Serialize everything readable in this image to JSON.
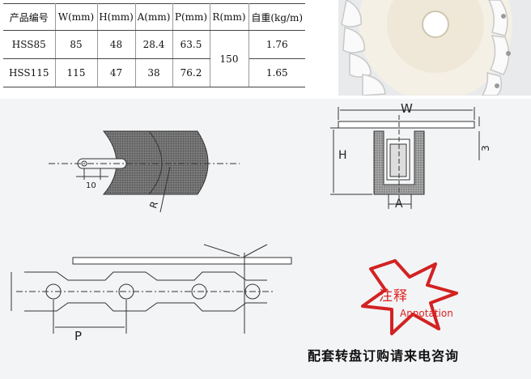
{
  "spec_table": {
    "headers": [
      "产品编号",
      "W(mm)",
      "H(mm)",
      "A(mm)",
      "P(mm)",
      "R(mm)",
      "自重(kg/m)"
    ],
    "rows": [
      {
        "code": "HSS85",
        "w": "85",
        "h": "48",
        "a": "28.4",
        "p": "63.5",
        "weight": "1.76"
      },
      {
        "code": "HSS115",
        "w": "115",
        "h": "47",
        "a": "38",
        "p": "76.2",
        "weight": "1.65"
      }
    ],
    "r_shared": "150"
  },
  "drawing": {
    "side_view": {
      "pitch_dim": "10",
      "radius_label": "R"
    },
    "cross_section": {
      "width_label": "W",
      "height_label": "H",
      "thickness_label": "3",
      "base_label": "A"
    },
    "chain_view": {
      "pitch_label": "P"
    }
  },
  "annotation": {
    "title": "注释",
    "subtitle": "Annotation"
  },
  "footer": {
    "note": "配套转盘订购请来电咨询"
  },
  "colors": {
    "stamp_red": "#d22222",
    "plate_fill": "#6f6f6f",
    "line": "#333333"
  }
}
